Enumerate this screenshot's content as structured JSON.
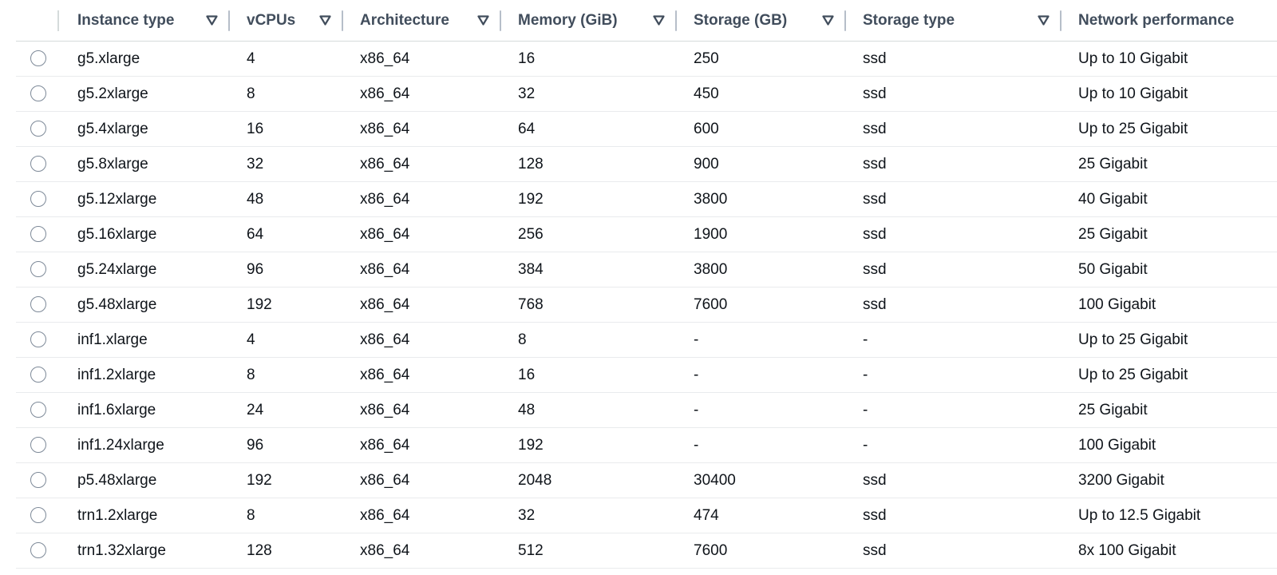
{
  "columns": [
    {
      "label": "Instance type",
      "sortable": true
    },
    {
      "label": "vCPUs",
      "sortable": true
    },
    {
      "label": "Architecture",
      "sortable": true
    },
    {
      "label": "Memory (GiB)",
      "sortable": true
    },
    {
      "label": "Storage (GB)",
      "sortable": true
    },
    {
      "label": "Storage type",
      "sortable": true
    },
    {
      "label": "Network performance",
      "sortable": false
    }
  ],
  "rows": [
    {
      "type": "g5.xlarge",
      "vcpus": "4",
      "arch": "x86_64",
      "memory": "16",
      "storage": "250",
      "storage_type": "ssd",
      "network": "Up to 10 Gigabit"
    },
    {
      "type": "g5.2xlarge",
      "vcpus": "8",
      "arch": "x86_64",
      "memory": "32",
      "storage": "450",
      "storage_type": "ssd",
      "network": "Up to 10 Gigabit"
    },
    {
      "type": "g5.4xlarge",
      "vcpus": "16",
      "arch": "x86_64",
      "memory": "64",
      "storage": "600",
      "storage_type": "ssd",
      "network": "Up to 25 Gigabit"
    },
    {
      "type": "g5.8xlarge",
      "vcpus": "32",
      "arch": "x86_64",
      "memory": "128",
      "storage": "900",
      "storage_type": "ssd",
      "network": "25 Gigabit"
    },
    {
      "type": "g5.12xlarge",
      "vcpus": "48",
      "arch": "x86_64",
      "memory": "192",
      "storage": "3800",
      "storage_type": "ssd",
      "network": "40 Gigabit"
    },
    {
      "type": "g5.16xlarge",
      "vcpus": "64",
      "arch": "x86_64",
      "memory": "256",
      "storage": "1900",
      "storage_type": "ssd",
      "network": "25 Gigabit"
    },
    {
      "type": "g5.24xlarge",
      "vcpus": "96",
      "arch": "x86_64",
      "memory": "384",
      "storage": "3800",
      "storage_type": "ssd",
      "network": "50 Gigabit"
    },
    {
      "type": "g5.48xlarge",
      "vcpus": "192",
      "arch": "x86_64",
      "memory": "768",
      "storage": "7600",
      "storage_type": "ssd",
      "network": "100 Gigabit"
    },
    {
      "type": "inf1.xlarge",
      "vcpus": "4",
      "arch": "x86_64",
      "memory": "8",
      "storage": "-",
      "storage_type": "-",
      "network": "Up to 25 Gigabit"
    },
    {
      "type": "inf1.2xlarge",
      "vcpus": "8",
      "arch": "x86_64",
      "memory": "16",
      "storage": "-",
      "storage_type": "-",
      "network": "Up to 25 Gigabit"
    },
    {
      "type": "inf1.6xlarge",
      "vcpus": "24",
      "arch": "x86_64",
      "memory": "48",
      "storage": "-",
      "storage_type": "-",
      "network": "25 Gigabit"
    },
    {
      "type": "inf1.24xlarge",
      "vcpus": "96",
      "arch": "x86_64",
      "memory": "192",
      "storage": "-",
      "storage_type": "-",
      "network": "100 Gigabit"
    },
    {
      "type": "p5.48xlarge",
      "vcpus": "192",
      "arch": "x86_64",
      "memory": "2048",
      "storage": "30400",
      "storage_type": "ssd",
      "network": "3200 Gigabit"
    },
    {
      "type": "trn1.2xlarge",
      "vcpus": "8",
      "arch": "x86_64",
      "memory": "32",
      "storage": "474",
      "storage_type": "ssd",
      "network": "Up to 12.5 Gigabit"
    },
    {
      "type": "trn1.32xlarge",
      "vcpus": "128",
      "arch": "x86_64",
      "memory": "512",
      "storage": "7600",
      "storage_type": "ssd",
      "network": "8x 100 Gigabit"
    }
  ],
  "icons": {
    "sort": "caret-down-filter-icon",
    "row_select": "radio-button"
  },
  "colors": {
    "header_text": "#414d5c",
    "cell_text": "#0f141a",
    "divider": "#b6bec9",
    "row_border": "#e9ebed",
    "radio_border": "#7d8998"
  }
}
